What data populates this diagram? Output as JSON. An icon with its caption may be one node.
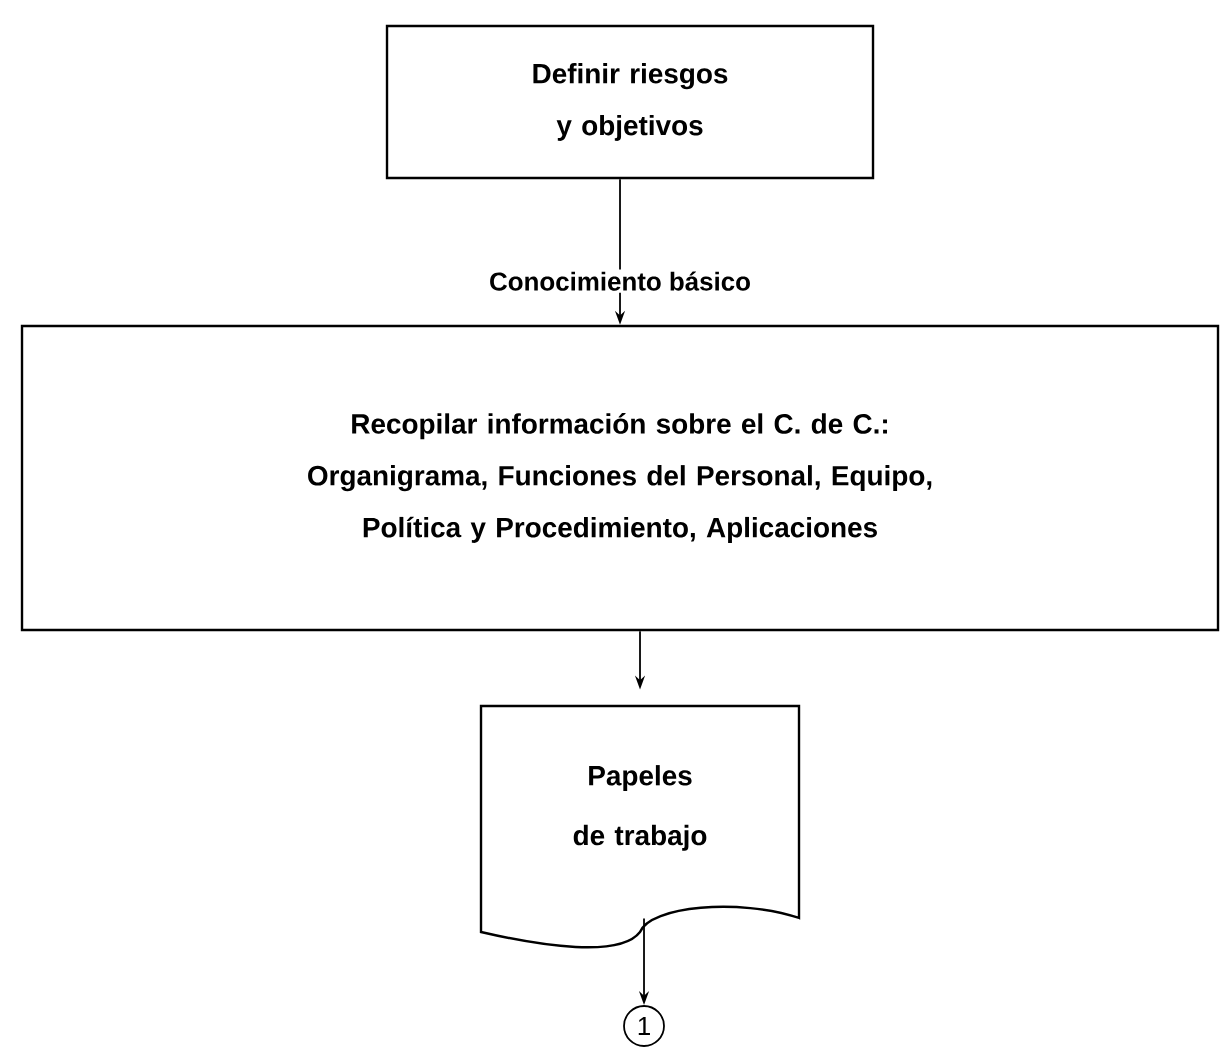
{
  "diagram": {
    "nodes": [
      {
        "text": [
          "Definir riesgos y objetivos"
        ]
      },
      {
        "text": [
          "Recopilar información sobre el C. de C.: Organigrama, Funciones del Personal, Equipo, Política y Procedimiento, Aplicaciones"
        ]
      },
      {
        "text": [
          "Papeles de trabajo"
        ]
      },
      {
        "text": [
          "1"
        ]
      }
    ],
    "edges": [
      {
        "from": 0,
        "to": 1,
        "arrow": "to",
        "label": "Conocimiento básico"
      },
      {
        "from": 1,
        "to": 2,
        "arrow": "to"
      },
      {
        "from": 2,
        "to": 3,
        "arrow": "to"
      }
    ]
  }
}
